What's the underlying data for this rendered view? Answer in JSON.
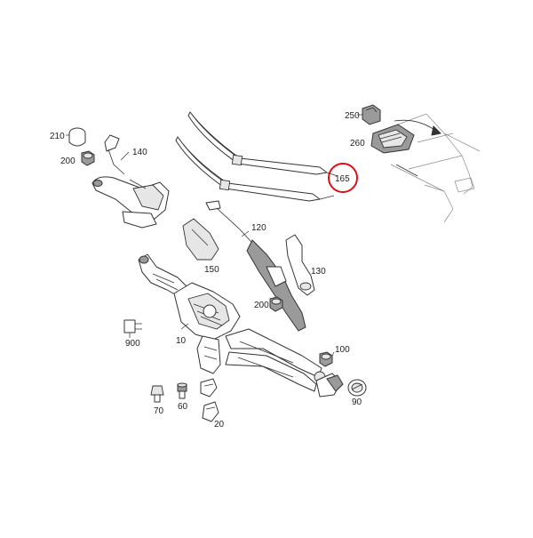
{
  "diagram": {
    "highlight_color": "#d80f16",
    "labels": {
      "p210": "210",
      "p200_top": "200",
      "p140": "140",
      "p250": "250",
      "p260": "260",
      "p165": "165",
      "p120": "120",
      "p150": "150",
      "p130": "130",
      "p200_mid": "200",
      "p900": "900",
      "p10": "10",
      "p100": "100",
      "p70": "70",
      "p60": "60",
      "p90": "90",
      "p20": "20"
    }
  }
}
